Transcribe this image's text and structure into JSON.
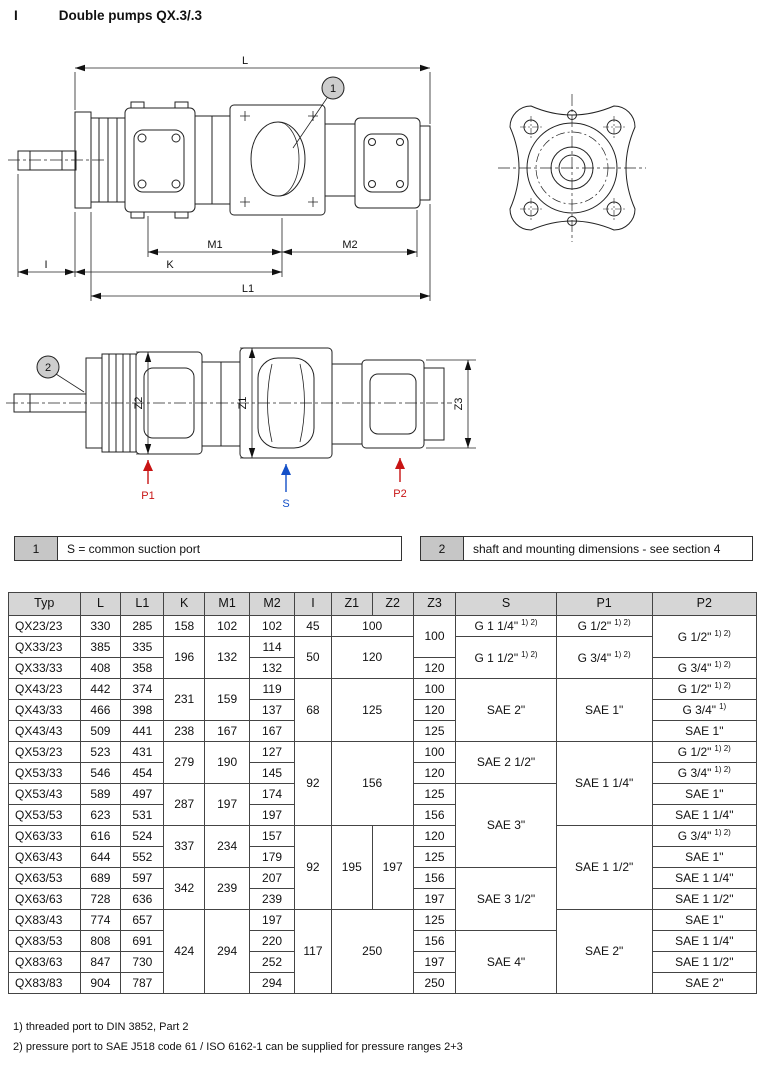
{
  "page": {
    "section_marker": "I",
    "title": "Double pumps QX.3/.3"
  },
  "drawing": {
    "balloons": {
      "b1": "1",
      "b2": "2"
    },
    "dims": {
      "L": "L",
      "L1": "L1",
      "K": "K",
      "M1": "M1",
      "M2": "M2",
      "I": "I",
      "Z1": "Z1",
      "Z2": "Z2",
      "Z3": "Z3"
    },
    "ports": {
      "P1": "P1",
      "S": "S",
      "P2": "P2"
    },
    "colors": {
      "pressure_port_red": "#c81414",
      "suction_port_blue": "#1450c8"
    }
  },
  "legend": [
    {
      "num": "1",
      "text": "S = common suction port"
    },
    {
      "num": "2",
      "text": "shaft and mounting dimensions - see section 4"
    }
  ],
  "table": {
    "headers": [
      "Typ",
      "L",
      "L1",
      "K",
      "M1",
      "M2",
      "I",
      "Z1",
      "Z2",
      "Z3",
      "S",
      "P1",
      "P2"
    ],
    "rows": [
      [
        {
          "t": "QX23/23",
          "cls": "typ"
        },
        {
          "t": "330"
        },
        {
          "t": "285"
        },
        {
          "t": "158"
        },
        {
          "t": "102"
        },
        {
          "t": "102"
        },
        {
          "t": "45"
        },
        {
          "t": "100",
          "cs": 2
        },
        {
          "t": "100",
          "rs": 2
        },
        {
          "t": "G 1 1/4\"",
          "sup": "1) 2)"
        },
        {
          "t": "G 1/2\"",
          "sup": "1) 2)"
        },
        {
          "t": "G 1/2\"",
          "sup": "1) 2)",
          "rs": 2
        }
      ],
      [
        {
          "t": "QX33/23",
          "cls": "typ"
        },
        {
          "t": "385"
        },
        {
          "t": "335"
        },
        {
          "t": "196",
          "rs": 2
        },
        {
          "t": "132",
          "rs": 2
        },
        {
          "t": "114"
        },
        {
          "t": "50",
          "rs": 2
        },
        {
          "t": "120",
          "cs": 2,
          "rs": 2
        },
        {
          "t": "G 1 1/2\"",
          "sup": "1) 2)",
          "rs": 2
        },
        {
          "t": "G 3/4\"",
          "sup": "1) 2)",
          "rs": 2
        }
      ],
      [
        {
          "t": "QX33/33",
          "cls": "typ"
        },
        {
          "t": "408"
        },
        {
          "t": "358"
        },
        {
          "t": "132"
        },
        {
          "t": "120"
        },
        {
          "t": "G 3/4\"",
          "sup": "1) 2)"
        }
      ],
      [
        {
          "t": "QX43/23",
          "cls": "typ"
        },
        {
          "t": "442"
        },
        {
          "t": "374"
        },
        {
          "t": "231",
          "rs": 2
        },
        {
          "t": "159",
          "rs": 2
        },
        {
          "t": "119"
        },
        {
          "t": "68",
          "rs": 3
        },
        {
          "t": "125",
          "cs": 2,
          "rs": 3
        },
        {
          "t": "100"
        },
        {
          "t": "SAE 2\"",
          "rs": 3
        },
        {
          "t": "SAE 1\"",
          "rs": 3
        },
        {
          "t": "G 1/2\"",
          "sup": "1) 2)"
        }
      ],
      [
        {
          "t": "QX43/33",
          "cls": "typ"
        },
        {
          "t": "466"
        },
        {
          "t": "398"
        },
        {
          "t": "137"
        },
        {
          "t": "120"
        },
        {
          "t": "G 3/4\"",
          "sup": "1)"
        }
      ],
      [
        {
          "t": "QX43/43",
          "cls": "typ"
        },
        {
          "t": "509"
        },
        {
          "t": "441"
        },
        {
          "t": "238"
        },
        {
          "t": "167"
        },
        {
          "t": "167"
        },
        {
          "t": "125"
        },
        {
          "t": "SAE 1\""
        }
      ],
      [
        {
          "t": "QX53/23",
          "cls": "typ"
        },
        {
          "t": "523"
        },
        {
          "t": "431"
        },
        {
          "t": "279",
          "rs": 2
        },
        {
          "t": "190",
          "rs": 2
        },
        {
          "t": "127"
        },
        {
          "t": "92",
          "rs": 4
        },
        {
          "t": "156",
          "cs": 2,
          "rs": 4
        },
        {
          "t": "100"
        },
        {
          "t": "SAE 2 1/2\"",
          "rs": 2
        },
        {
          "t": "SAE 1 1/4\"",
          "rs": 4
        },
        {
          "t": "G 1/2\"",
          "sup": "1) 2)"
        }
      ],
      [
        {
          "t": "QX53/33",
          "cls": "typ"
        },
        {
          "t": "546"
        },
        {
          "t": "454"
        },
        {
          "t": "145"
        },
        {
          "t": "120"
        },
        {
          "t": "G 3/4\"",
          "sup": "1) 2)"
        }
      ],
      [
        {
          "t": "QX53/43",
          "cls": "typ"
        },
        {
          "t": "589"
        },
        {
          "t": "497"
        },
        {
          "t": "287",
          "rs": 2
        },
        {
          "t": "197",
          "rs": 2
        },
        {
          "t": "174"
        },
        {
          "t": "125"
        },
        {
          "t": "SAE 3\"",
          "rs": 4
        },
        {
          "t": "SAE 1\""
        }
      ],
      [
        {
          "t": "QX53/53",
          "cls": "typ"
        },
        {
          "t": "623"
        },
        {
          "t": "531"
        },
        {
          "t": "197"
        },
        {
          "t": "156"
        },
        {
          "t": "SAE 1 1/4\""
        }
      ],
      [
        {
          "t": "QX63/33",
          "cls": "typ"
        },
        {
          "t": "616"
        },
        {
          "t": "524"
        },
        {
          "t": "337",
          "rs": 2
        },
        {
          "t": "234",
          "rs": 2
        },
        {
          "t": "157"
        },
        {
          "t": "92",
          "rs": 4
        },
        {
          "t": "195",
          "rs": 4
        },
        {
          "t": "197",
          "rs": 4
        },
        {
          "t": "120"
        },
        {
          "t": "SAE 1 1/2\"",
          "rs": 4
        },
        {
          "t": "G 3/4\"",
          "sup": "1) 2)"
        }
      ],
      [
        {
          "t": "QX63/43",
          "cls": "typ"
        },
        {
          "t": "644"
        },
        {
          "t": "552"
        },
        {
          "t": "179"
        },
        {
          "t": "125"
        },
        {
          "t": "SAE 1\""
        }
      ],
      [
        {
          "t": "QX63/53",
          "cls": "typ"
        },
        {
          "t": "689"
        },
        {
          "t": "597"
        },
        {
          "t": "342",
          "rs": 2
        },
        {
          "t": "239",
          "rs": 2
        },
        {
          "t": "207"
        },
        {
          "t": "156"
        },
        {
          "t": "SAE 3 1/2\"",
          "rs": 3
        },
        {
          "t": "SAE 1 1/4\""
        }
      ],
      [
        {
          "t": "QX63/63",
          "cls": "typ"
        },
        {
          "t": "728"
        },
        {
          "t": "636"
        },
        {
          "t": "239"
        },
        {
          "t": "197"
        },
        {
          "t": "SAE 1 1/2\""
        }
      ],
      [
        {
          "t": "QX83/43",
          "cls": "typ"
        },
        {
          "t": "774"
        },
        {
          "t": "657"
        },
        {
          "t": "424",
          "rs": 4
        },
        {
          "t": "294",
          "rs": 4
        },
        {
          "t": "197"
        },
        {
          "t": "117",
          "rs": 4
        },
        {
          "t": "250",
          "cs": 2,
          "rs": 4
        },
        {
          "t": "125"
        },
        {
          "t": "SAE 2\"",
          "rs": 4
        },
        {
          "t": "SAE 1\""
        }
      ],
      [
        {
          "t": "QX83/53",
          "cls": "typ"
        },
        {
          "t": "808"
        },
        {
          "t": "691"
        },
        {
          "t": "220"
        },
        {
          "t": "156"
        },
        {
          "t": "SAE 4\"",
          "rs": 3
        },
        {
          "t": "SAE 1 1/4\""
        }
      ],
      [
        {
          "t": "QX83/63",
          "cls": "typ"
        },
        {
          "t": "847"
        },
        {
          "t": "730"
        },
        {
          "t": "252"
        },
        {
          "t": "197"
        },
        {
          "t": "SAE 1 1/2\""
        }
      ],
      [
        {
          "t": "QX83/83",
          "cls": "typ"
        },
        {
          "t": "904"
        },
        {
          "t": "787"
        },
        {
          "t": "294"
        },
        {
          "t": "250"
        },
        {
          "t": "SAE 2\""
        }
      ]
    ]
  },
  "footnotes": [
    "1) threaded port to DIN 3852, Part 2",
    "2) pressure port to SAE J518 code 61 / ISO 6162-1 can be supplied for pressure ranges 2+3"
  ]
}
